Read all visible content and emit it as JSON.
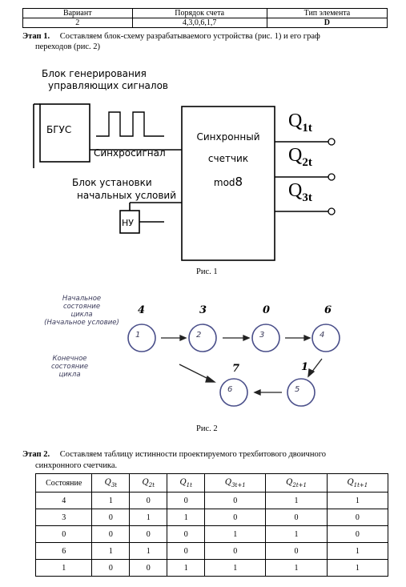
{
  "top_table": {
    "headers": [
      "Вариант",
      "Порядок счета",
      "Тип элемента"
    ],
    "row": [
      "2",
      "4,3,0,6,1,7",
      "D"
    ]
  },
  "stage1": {
    "label": "Этап 1.",
    "text_line1": "Составляем блок-схему разрабатываемого устройства (рис. 1) и его граф",
    "text_line2": "переходов (рис. 2)"
  },
  "fig1": {
    "label_block_gen_1": "Блок генерирования",
    "label_block_gen_2": "управляющих сигналов",
    "bgus": "БГУС",
    "sync_signal": "Синхросигнал",
    "block_init_1": "Блок установки",
    "block_init_2": "начальных условий",
    "nu": "НУ",
    "counter_1": "Синхронный",
    "counter_2": "счетчик",
    "counter_3a": "mod",
    "counter_3b": "8",
    "q1": "Q",
    "q1_sub": "1t",
    "q2": "Q",
    "q2_sub": "2t",
    "q3": "Q",
    "q3_sub": "3t",
    "caption": "Рис. 1"
  },
  "fig2": {
    "note_start": [
      "Начальное",
      "состояние",
      "цикла",
      "(Начальное условие)"
    ],
    "note_end": [
      "Конечное",
      "состояние",
      "цикла"
    ],
    "states": [
      {
        "num": "1",
        "value": "4"
      },
      {
        "num": "2",
        "value": "3"
      },
      {
        "num": "3",
        "value": "0"
      },
      {
        "num": "4",
        "value": "6"
      },
      {
        "num": "5",
        "value": "1"
      },
      {
        "num": "6",
        "value": "7"
      }
    ],
    "caption": "Рис. 2"
  },
  "stage2": {
    "label": "Этап 2.",
    "text_line1": "Составляем таблицу истинности проектируемого трехбитового двоичного",
    "text_line2": "синхронного счетчика."
  },
  "truth_table": {
    "header_state": "Состояние",
    "header_cols": [
      {
        "base": "Q",
        "sub": "3t"
      },
      {
        "base": "Q",
        "sub": "2t"
      },
      {
        "base": "Q",
        "sub": "1t"
      },
      {
        "base": "Q",
        "sub": "3t+1"
      },
      {
        "base": "Q",
        "sub": "2t+1"
      },
      {
        "base": "Q",
        "sub": "1t+1"
      }
    ],
    "rows": [
      [
        "4",
        "1",
        "0",
        "0",
        "0",
        "1",
        "1"
      ],
      [
        "3",
        "0",
        "1",
        "1",
        "0",
        "0",
        "0"
      ],
      [
        "0",
        "0",
        "0",
        "0",
        "1",
        "1",
        "0"
      ],
      [
        "6",
        "1",
        "1",
        "0",
        "0",
        "0",
        "1"
      ],
      [
        "1",
        "0",
        "0",
        "1",
        "1",
        "1",
        "1"
      ]
    ]
  }
}
